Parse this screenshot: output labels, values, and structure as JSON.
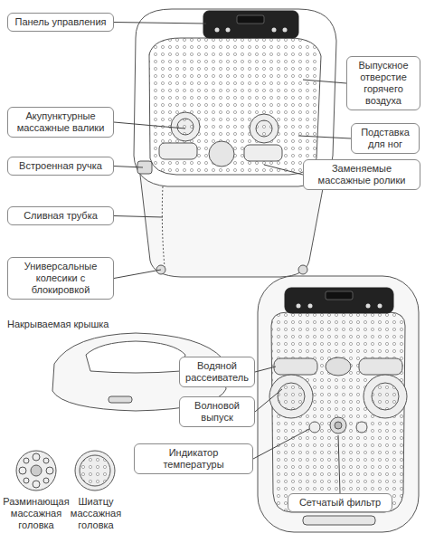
{
  "diagram": {
    "nodes": [
      {
        "text": [
          "Панель управления"
        ]
      },
      {
        "text": [
          "Выпускное отверстие горячего воздуха"
        ]
      },
      {
        "text": [
          "Акупунктурные массажные валики"
        ]
      },
      {
        "text": [
          "Подставка для ног"
        ]
      },
      {
        "text": [
          "Встроенная ручка"
        ]
      },
      {
        "text": [
          "Заменяемые массажные ролики"
        ]
      },
      {
        "text": [
          "Сливная трубка"
        ]
      },
      {
        "text": [
          "Универсальные колесики с блокировкой"
        ]
      },
      {
        "text": [
          "Водяной рассеиватель"
        ]
      },
      {
        "text": [
          "Волновой выпуск"
        ]
      },
      {
        "text": [
          "Индикатор температуры"
        ]
      },
      {
        "text": [
          "Сетчатый фильтр"
        ]
      }
    ],
    "labels": [
      "Накрываемая крышка",
      "Разминающая массажная головка",
      "Шиатцу массажная головка"
    ]
  }
}
